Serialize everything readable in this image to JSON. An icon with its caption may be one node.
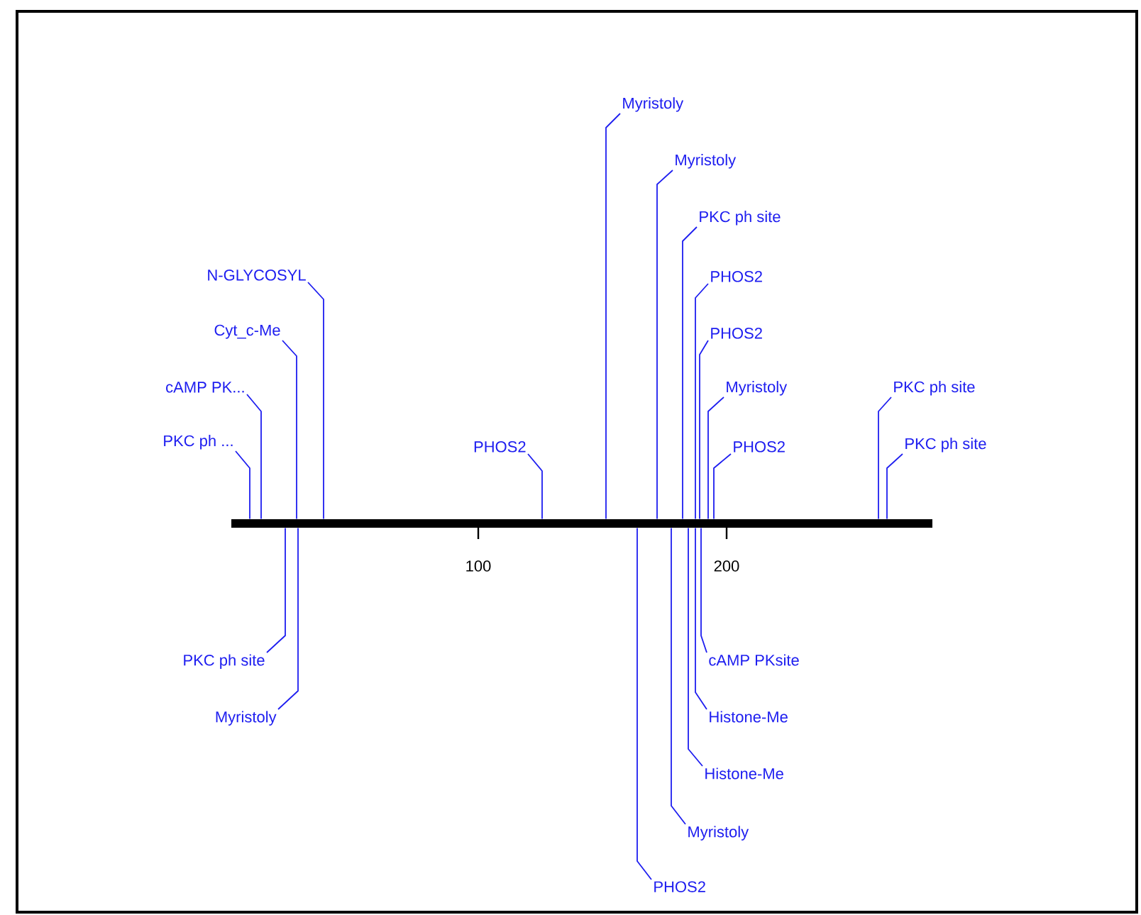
{
  "diagram": {
    "nodes": [
      {
        "text": [],
        "shape": "bar"
      },
      {
        "text": [
          "PKC ph ..."
        ]
      },
      {
        "text": [
          "cAMP PK..."
        ]
      },
      {
        "text": [
          "Cyt_c-Me"
        ]
      },
      {
        "text": [
          "N-GLYCOSYL"
        ]
      },
      {
        "text": [
          "PHOS2"
        ]
      },
      {
        "text": [
          "Myristoly"
        ]
      },
      {
        "text": [
          "Myristoly"
        ]
      },
      {
        "text": [
          "PKC ph site"
        ]
      },
      {
        "text": [
          "PHOS2"
        ]
      },
      {
        "text": [
          "PHOS2"
        ]
      },
      {
        "text": [
          "Myristoly"
        ]
      },
      {
        "text": [
          "PHOS2"
        ]
      },
      {
        "text": [
          "PKC ph site"
        ]
      },
      {
        "text": [
          "PKC ph site"
        ]
      },
      {
        "text": [
          "PKC ph site"
        ]
      },
      {
        "text": [
          "Myristoly"
        ]
      },
      {
        "text": [
          "PHOS2"
        ]
      },
      {
        "text": [
          "Myristoly"
        ]
      },
      {
        "text": [
          "Histone-Me"
        ]
      },
      {
        "text": [
          "Histone-Me"
        ]
      },
      {
        "text": [
          "cAMP PKsite"
        ]
      }
    ],
    "edges": [
      {
        "from": 1,
        "to": 0,
        "arrow": "none"
      },
      {
        "from": 2,
        "to": 0,
        "arrow": "none"
      },
      {
        "from": 3,
        "to": 0,
        "arrow": "none"
      },
      {
        "from": 4,
        "to": 0,
        "arrow": "none"
      },
      {
        "from": 5,
        "to": 0,
        "arrow": "none"
      },
      {
        "from": 6,
        "to": 0,
        "arrow": "none"
      },
      {
        "from": 7,
        "to": 0,
        "arrow": "none"
      },
      {
        "from": 8,
        "to": 0,
        "arrow": "none"
      },
      {
        "from": 9,
        "to": 0,
        "arrow": "none"
      },
      {
        "from": 10,
        "to": 0,
        "arrow": "none"
      },
      {
        "from": 11,
        "to": 0,
        "arrow": "none"
      },
      {
        "from": 12,
        "to": 0,
        "arrow": "none"
      },
      {
        "from": 13,
        "to": 0,
        "arrow": "none"
      },
      {
        "from": 14,
        "to": 0,
        "arrow": "none"
      },
      {
        "from": 15,
        "to": 0,
        "arrow": "none"
      },
      {
        "from": 16,
        "to": 0,
        "arrow": "none"
      },
      {
        "from": 17,
        "to": 0,
        "arrow": "none"
      },
      {
        "from": 18,
        "to": 0,
        "arrow": "none"
      },
      {
        "from": 19,
        "to": 0,
        "arrow": "none"
      },
      {
        "from": 20,
        "to": 0,
        "arrow": "none"
      },
      {
        "from": 21,
        "to": 0,
        "arrow": "none"
      }
    ],
    "labels": [
      "100",
      "200"
    ]
  }
}
